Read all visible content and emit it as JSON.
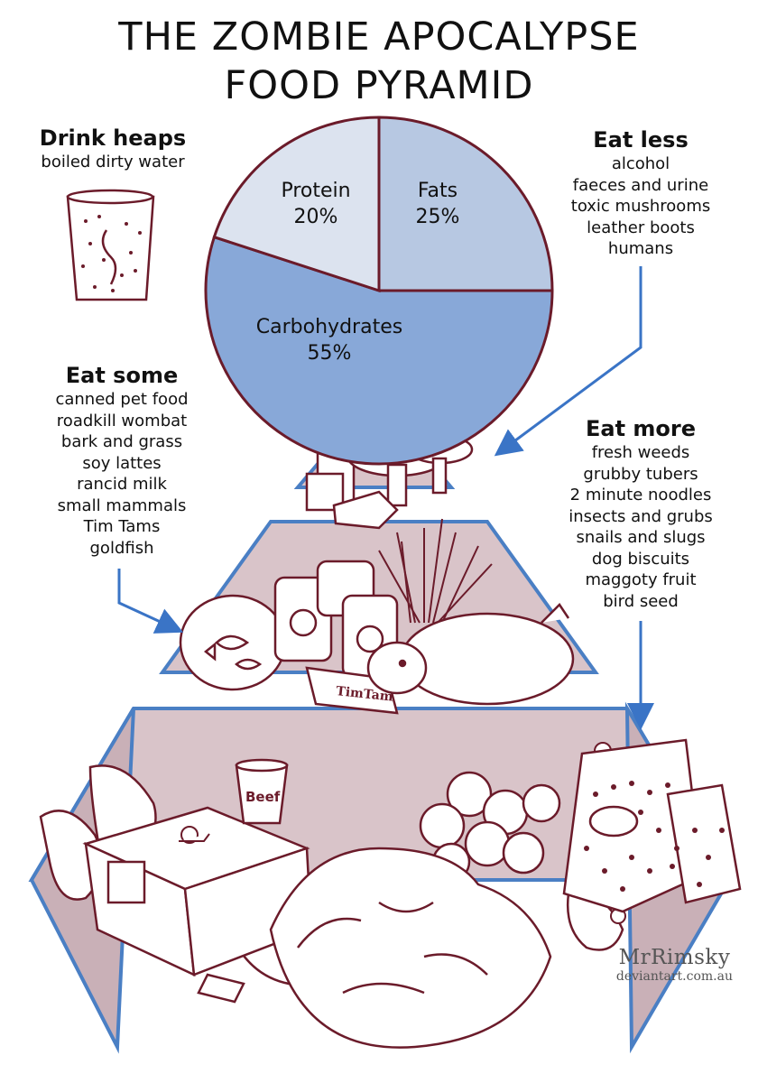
{
  "title": {
    "line1": "THE ZOMBIE APOCALYPSE",
    "line2": "FOOD PYRAMID"
  },
  "colors": {
    "pyramid_fill": "#d9c4c9",
    "pyramid_edge": "#4a7fc4",
    "outline": "#6b1b2a",
    "pie_fats": "#b7c8e2",
    "pie_protein": "#dce3ef",
    "pie_carbs": "#88a8d8",
    "arrow": "#3a74c6"
  },
  "chart_data": {
    "type": "pie",
    "categories": [
      "Fats",
      "Carbohydrates",
      "Protein"
    ],
    "values": [
      25,
      55,
      20
    ],
    "labels": [
      "25%",
      "55%",
      "20%"
    ]
  },
  "drink": {
    "heading": "Drink heaps",
    "items": [
      "boiled dirty water"
    ]
  },
  "eat_less": {
    "heading": "Eat less",
    "items": [
      "alcohol",
      "faeces and urine",
      "toxic mushrooms",
      "leather boots",
      "humans"
    ]
  },
  "eat_some": {
    "heading": "Eat some",
    "items": [
      "canned pet food",
      "roadkill wombat",
      "bark and grass",
      "soy lattes",
      "rancid milk",
      "small mammals",
      "Tim Tams",
      "goldfish"
    ]
  },
  "eat_more": {
    "heading": "Eat more",
    "items": [
      "fresh weeds",
      "grubby tubers",
      "2 minute noodles",
      "insects and grubs",
      "snails and slugs",
      "dog biscuits",
      "maggoty fruit",
      "bird seed"
    ]
  },
  "illustration_text": {
    "tim_tam": "TimTam",
    "cup": "Beef"
  },
  "credit": {
    "name": "MrRimsky",
    "site": "deviantart.com.au"
  },
  "icons": [
    "glass-of-water-icon",
    "bottle-icon",
    "mushroom-icon",
    "boot-icon",
    "can-icon",
    "fishbowl-icon",
    "grass-icon",
    "wombat-icon",
    "snail-icon",
    "box-icon",
    "cup-icon",
    "seed-bag-icon",
    "fruit-icon",
    "tuber-icon"
  ]
}
